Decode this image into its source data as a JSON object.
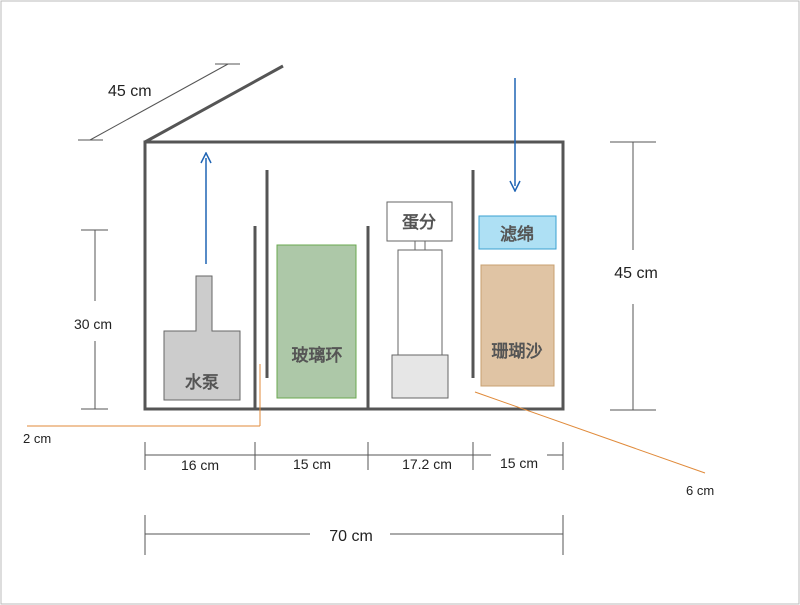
{
  "dimensions": {
    "depth": "45 cm",
    "height_left": "30 cm",
    "height_right": "45 cm",
    "gap_baffle": "2 cm",
    "gap_right": "6 cm",
    "widths": [
      "16 cm",
      "15 cm",
      "17.2 cm",
      "15 cm"
    ],
    "total_width": "70 cm"
  },
  "components": {
    "pump": "水泵",
    "glass_rings": "玻璃环",
    "skimmer": "蛋分",
    "filter_sponge": "滤绵",
    "coral_sand": "珊瑚沙"
  },
  "colors": {
    "outline": "#555555",
    "arrow": "#1f64b4",
    "leader": "#e08a3a",
    "glass_rings_fill": "#adc8a8",
    "glass_rings_stroke": "#6aa84f",
    "coral_sand_fill": "#e0c4a4",
    "coral_sand_stroke": "#c8a070",
    "filter_sponge_fill": "#aee0f4",
    "filter_sponge_stroke": "#3aa0d0",
    "pump_fill": "#cccccc",
    "skimmer_base_fill": "#e6e6e6"
  }
}
